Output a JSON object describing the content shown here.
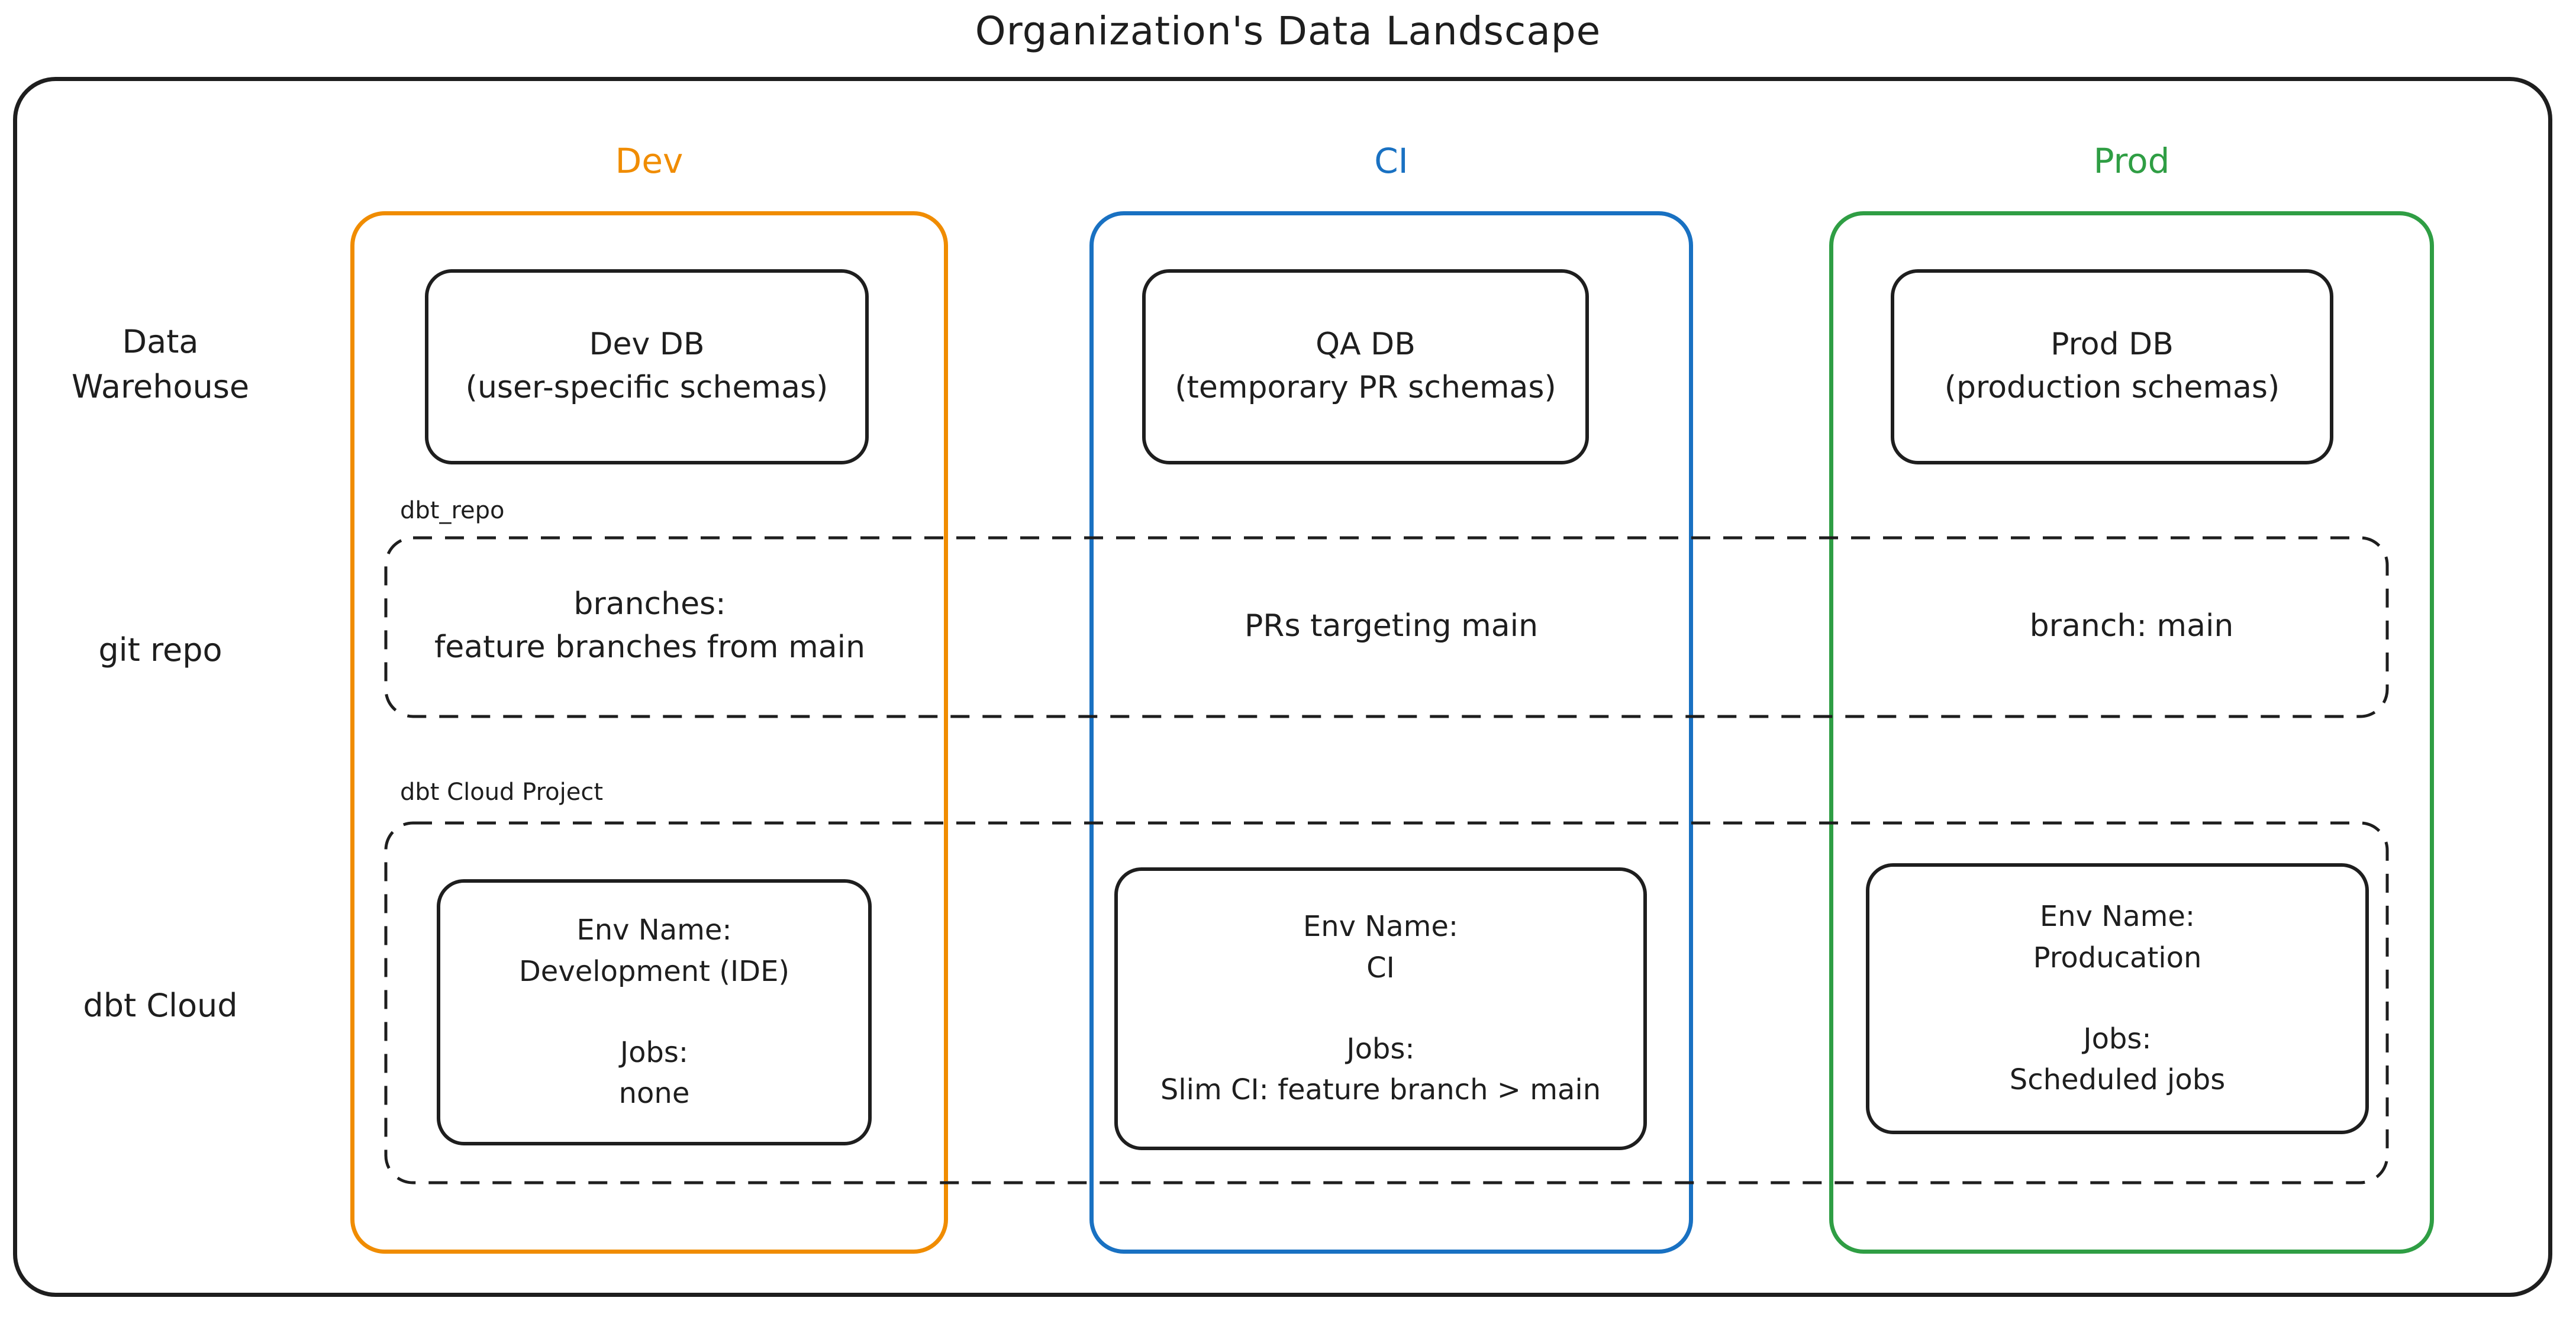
{
  "title": "Organization's Data Landscape",
  "colors": {
    "stroke": "#1e1e1e",
    "background": "#ffffff"
  },
  "row_labels": {
    "data_warehouse": [
      "Data",
      "Warehouse"
    ],
    "git_repo": "git repo",
    "dbt_cloud": "dbt Cloud"
  },
  "group_labels": {
    "git_repo_box": "dbt_repo",
    "dbt_cloud_box": "dbt Cloud Project"
  },
  "columns": [
    {
      "key": "dev",
      "header": "Dev",
      "color": "#f08c00",
      "db": [
        "Dev DB",
        "(user-specific schemas)"
      ],
      "git": [
        "branches:",
        "feature branches from main"
      ],
      "cloud": [
        "Env Name:",
        "Development (IDE)",
        "",
        "Jobs:",
        "none"
      ]
    },
    {
      "key": "ci",
      "header": "CI",
      "color": "#1971c2",
      "db": [
        "QA DB",
        "(temporary PR schemas)"
      ],
      "git": [
        "PRs targeting main"
      ],
      "cloud": [
        "Env Name:",
        "CI",
        "",
        "Jobs:",
        "Slim CI: feature branch > main"
      ]
    },
    {
      "key": "prod",
      "header": "Prod",
      "color": "#2f9e44",
      "db": [
        "Prod DB",
        "(production schemas)"
      ],
      "git": [
        "branch: main"
      ],
      "cloud": [
        "Env Name:",
        "Producation",
        "",
        "Jobs:",
        "Scheduled jobs"
      ]
    }
  ]
}
